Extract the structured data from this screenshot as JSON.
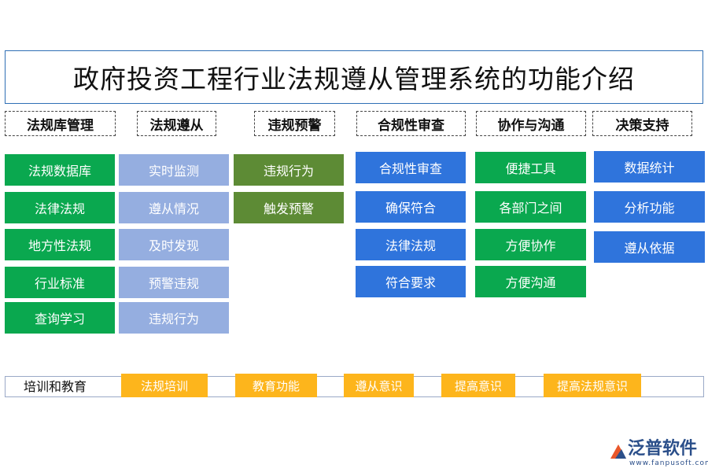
{
  "title": "政府投资工程行业法规遵从管理系统的功能介绍",
  "columns": [
    {
      "header": "法规库管理",
      "items": [
        "法规数据库",
        "法律法规",
        "地方性法规",
        "行业标准",
        "查询学习"
      ]
    },
    {
      "header": "法规遵从",
      "items": [
        "实时监测",
        "遵从情况",
        "及时发现",
        "预警违规",
        "违规行为"
      ]
    },
    {
      "header": "违规预警",
      "items": [
        "违规行为",
        "触发预警"
      ]
    },
    {
      "header": "合规性审查",
      "items": [
        "合规性审查",
        "确保符合",
        "法律法规",
        "符合要求"
      ]
    },
    {
      "header": "协作与沟通",
      "items": [
        "便捷工具",
        "各部门之间",
        "方便协作",
        "方便沟通"
      ]
    },
    {
      "header": "决策支持",
      "items": [
        "数据统计",
        "分析功能",
        "遵从依据"
      ]
    }
  ],
  "training": {
    "label": "培训和教育",
    "items": [
      "法规培训",
      "教育功能",
      "遵从意识",
      "提高意识",
      "提高法规意识"
    ]
  },
  "colors": {
    "green": "#0aa84f",
    "light_blue": "#95aee0",
    "olive": "#5d8b35",
    "blue": "#2f74dc",
    "yellow": "#fdb51c",
    "title_border": "#2f6fb5"
  },
  "logo": {
    "name": "泛普软件",
    "url": "www.fanpusoft.com"
  }
}
